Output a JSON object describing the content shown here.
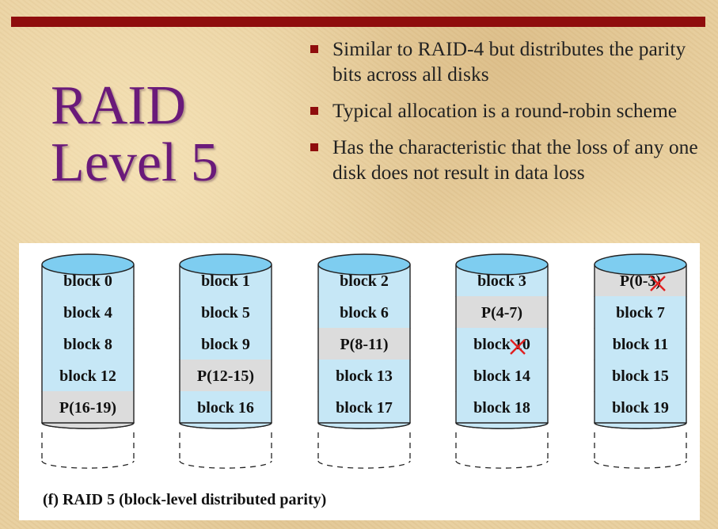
{
  "slide": {
    "title_line1": "RAID",
    "title_line2": "Level 5",
    "bullets": [
      "Similar to RAID-4 but distributes the parity bits across all disks",
      "Typical allocation is a round-robin scheme",
      "Has the characteristic that the loss of any one disk does not result in data loss"
    ]
  },
  "figure": {
    "caption": "(f) RAID 5 (block-level distributed parity)",
    "disks": [
      {
        "blocks": [
          {
            "label": "block 0",
            "parity": false
          },
          {
            "label": "block 4",
            "parity": false
          },
          {
            "label": "block 8",
            "parity": false
          },
          {
            "label": "block 12",
            "parity": false
          },
          {
            "label": "P(16-19)",
            "parity": true
          }
        ]
      },
      {
        "blocks": [
          {
            "label": "block 1",
            "parity": false
          },
          {
            "label": "block 5",
            "parity": false
          },
          {
            "label": "block 9",
            "parity": false
          },
          {
            "label": "P(12-15)",
            "parity": true
          },
          {
            "label": "block 16",
            "parity": false
          }
        ]
      },
      {
        "blocks": [
          {
            "label": "block 2",
            "parity": false
          },
          {
            "label": "block 6",
            "parity": false
          },
          {
            "label": "P(8-11)",
            "parity": true
          },
          {
            "label": "block 13",
            "parity": false
          },
          {
            "label": "block 17",
            "parity": false
          }
        ]
      },
      {
        "blocks": [
          {
            "label": "block 3",
            "parity": false
          },
          {
            "label": "P(4-7)",
            "parity": true
          },
          {
            "label": "block 10",
            "parity": false,
            "crossed": true
          },
          {
            "label": "block 14",
            "parity": false
          },
          {
            "label": "block 18",
            "parity": false
          }
        ]
      },
      {
        "blocks": [
          {
            "label": "P(0-3)",
            "parity": true,
            "crossed": true
          },
          {
            "label": "block 7",
            "parity": false
          },
          {
            "label": "block 11",
            "parity": false
          },
          {
            "label": "block 15",
            "parity": false
          },
          {
            "label": "block 19",
            "parity": false
          }
        ]
      }
    ]
  },
  "colors": {
    "bar": "#8f0d0d",
    "title": "#6a1a7a",
    "data_block": "#c6e7f6",
    "parity_block": "#dcdcdc",
    "disk_top": "#7ecdf0",
    "cross": "#e02020"
  }
}
